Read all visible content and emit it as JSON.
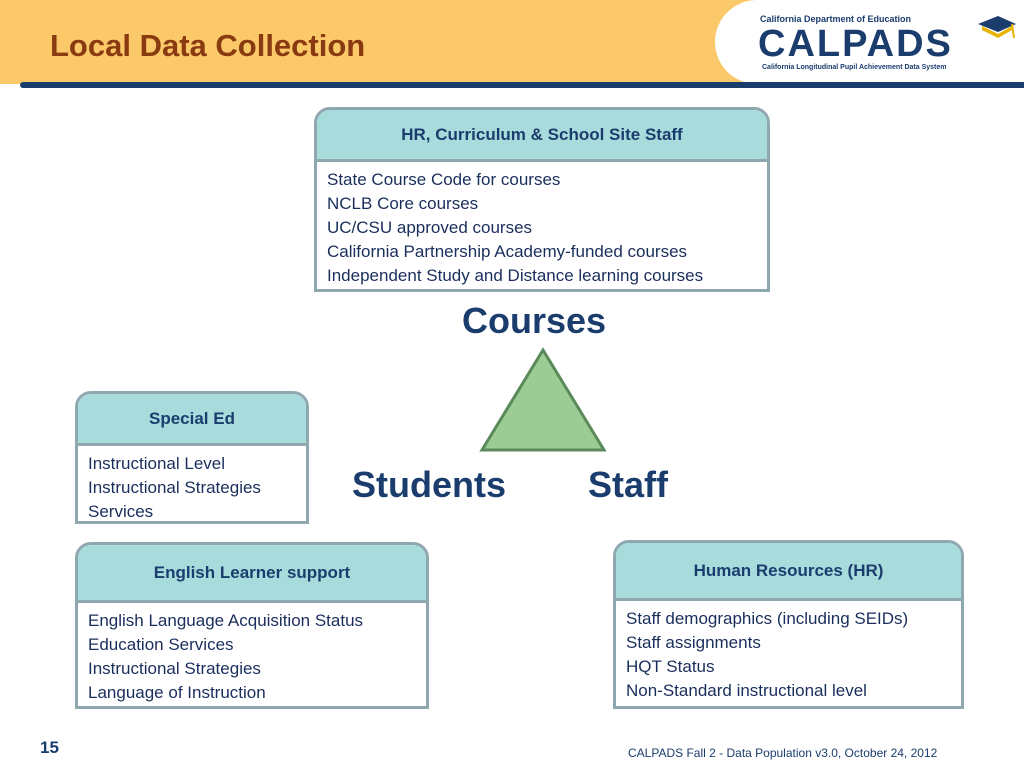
{
  "header": {
    "title": "Local Data Collection",
    "logo": {
      "top_text": "California Department of Education",
      "word": "CALPADS",
      "sub_text": "California Longitudinal Pupil Achievement Data System"
    }
  },
  "diagram": {
    "nodes": {
      "top": "Courses",
      "left": "Students",
      "right": "Staff"
    },
    "boxes": {
      "courses": {
        "title": "HR, Curriculum & School Site Staff",
        "items": [
          "State Course Code for courses",
          "NCLB Core courses",
          "UC/CSU approved courses",
          "California Partnership Academy-funded courses",
          "Independent Study and Distance learning courses"
        ]
      },
      "special_ed": {
        "title": "Special Ed",
        "items": [
          "Instructional Level",
          "Instructional Strategies",
          "Services"
        ]
      },
      "english_learner": {
        "title": "English Learner support",
        "items": [
          "English Language Acquisition Status",
          "Education Services",
          "Instructional Strategies",
          "Language of Instruction"
        ]
      },
      "hr": {
        "title": "Human Resources (HR)",
        "items": [
          "Staff demographics (including SEIDs)",
          "Staff assignments",
          "HQT Status",
          "Non-Standard instructional level"
        ]
      }
    },
    "colors": {
      "triangle_fill": "#9ccc94",
      "triangle_stroke": "#5a8a5a",
      "box_header": "#a8dcdc",
      "header_band": "#fcc96a",
      "navy": "#1b3d6e"
    }
  },
  "footer": {
    "slide_number": "15",
    "text": "CALPADS Fall 2 - Data Population  v3.0, October 24, 2012"
  }
}
